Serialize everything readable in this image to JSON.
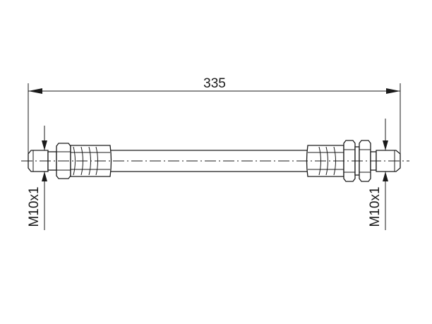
{
  "dimension": {
    "overall_length": "335"
  },
  "threads": {
    "left": "M10x1",
    "right": "M10x1"
  }
}
